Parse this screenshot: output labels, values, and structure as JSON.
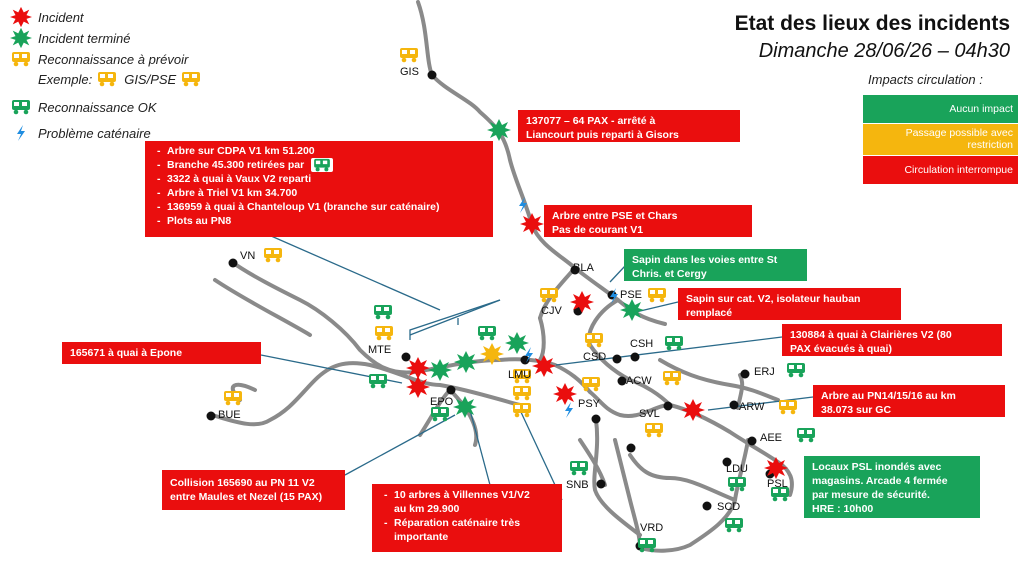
{
  "legend": {
    "incident": "Incident",
    "incident_done": "Incident terminé",
    "recon_todo": "Reconnaissance à prévoir",
    "example": "Exemple:",
    "example_code": "GIS/PSE",
    "recon_ok": "Reconnaissance OK",
    "catenary": "Problème caténaire"
  },
  "title": {
    "main": "Etat des lieux des incidents",
    "date": "Dimanche 28/06/26 – 04h30"
  },
  "impacts": {
    "label": "Impacts circulation :",
    "none": "Aucun impact",
    "restricted": "Passage possible avec restriction",
    "interrupted": "Circulation interrompue",
    "colors": {
      "none": "#19a35a",
      "restricted": "#f5b60e",
      "interrupted": "#ea0e0e"
    }
  },
  "stations": {
    "gis": "GIS",
    "vn": "VN",
    "mte": "MTE",
    "bue": "BUE",
    "epo": "EPO",
    "lmu": "LMU",
    "bla": "BLA",
    "cjv": "CJV",
    "pse": "PSE",
    "csd": "CSD",
    "csh": "CSH",
    "acw": "ACW",
    "psy": "PSY",
    "svl": "SVL",
    "erj": "ERJ",
    "arw": "ARW",
    "aee": "AEE",
    "ldu": "LDU",
    "psl": "PSL",
    "snb": "SNB",
    "scd": "SCD",
    "vrd": "VRD"
  },
  "notes": {
    "gisors": [
      "137077 – 64 PAX - arrêté à",
      "Liancourt puis reparti à Gisors"
    ],
    "big_list": [
      "Arbre sur CDPA V1 km 51.200",
      "Branche 45.300 retirées par",
      "3322 à quai à Vaux V2 reparti",
      "Arbre à Triel V1 km 34.700",
      "136959 à quai à Chanteloup V1 (branche sur caténaire)",
      "Plots au PN8"
    ],
    "pse_chars": [
      "Arbre entre PSE et Chars",
      "Pas de courant V1"
    ],
    "sapin_voies": [
      "Sapin dans les voies entre St",
      "Chris. et Cergy"
    ],
    "sapin_cat": [
      "Sapin sur cat. V2, isolateur hauban",
      "remplacé"
    ],
    "clairieres": [
      "130884 à quai à Clairières V2 (80",
      "PAX évacués à quai)"
    ],
    "epone": [
      "165671 à quai à Epone"
    ],
    "pn14": [
      "Arbre au PN14/15/16 au km",
      "38.073 sur GC"
    ],
    "psl": [
      "Locaux PSL inondés avec",
      "magasins. Arcade 4 fermée",
      "par mesure de sécurité.",
      "HRE : 10h00"
    ],
    "collision": [
      "Collision 165690 au PN 11 V2",
      "entre Maules et Nezel (15 PAX)"
    ],
    "villennes": [
      "10 arbres à Villennes V1/V2",
      "au km 29.900",
      "Réparation caténaire très",
      "importante"
    ]
  }
}
